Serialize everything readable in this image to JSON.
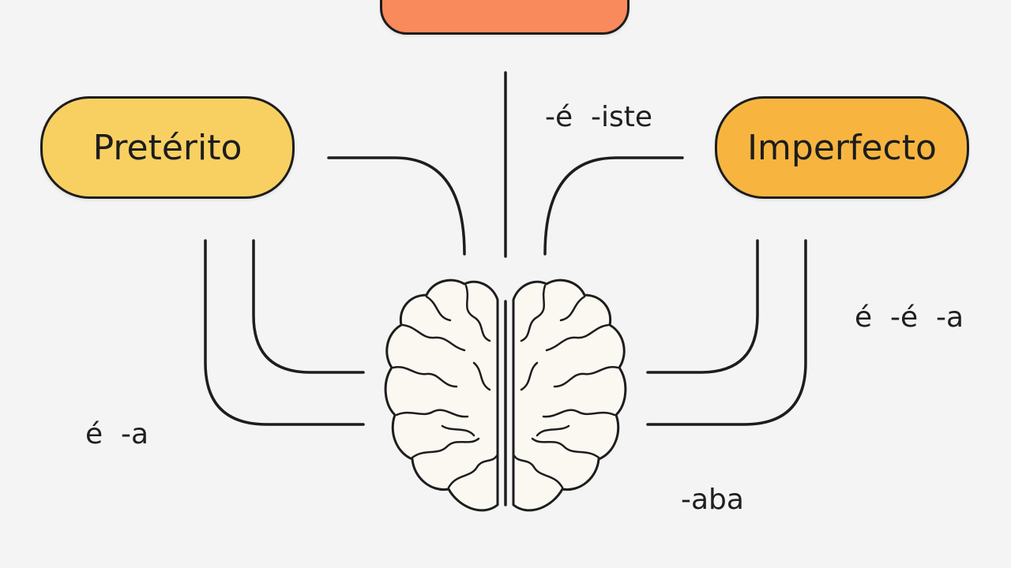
{
  "diagram": {
    "nodes": {
      "top": {
        "label": "",
        "color": "#f98a5c"
      },
      "left": {
        "label": "Pretérito",
        "color": "#f8d062"
      },
      "right": {
        "label": "Imperfecto",
        "color": "#f7b540"
      }
    },
    "endings": {
      "top": "-é  -iste",
      "right": "é  -é  -a",
      "left": "é  -a",
      "bottom": "-aba"
    },
    "colors": {
      "background": "#f4f4f5",
      "stroke": "#1d1d1d",
      "brain_fill": "#fbf8f2"
    },
    "icons": {
      "center": "brain-icon"
    }
  }
}
